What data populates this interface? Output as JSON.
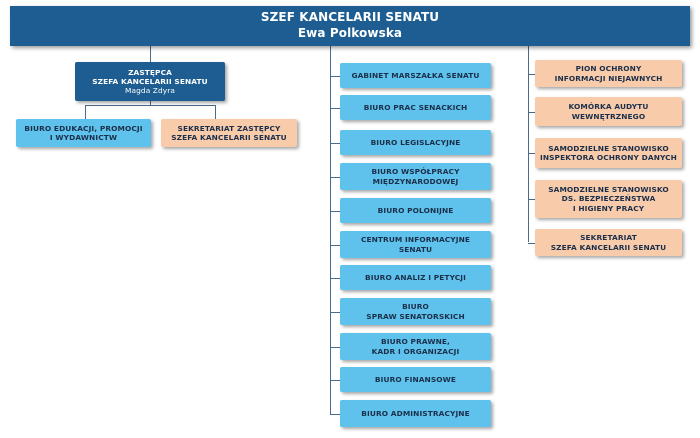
{
  "colors": {
    "dark_blue": "#1d5d92",
    "light_blue": "#5ec2ec",
    "peach": "#f8ccab",
    "line": "#4a6a88"
  },
  "head": {
    "title": "SZEF KANCELARII SENATU",
    "name": "Ewa Polkowska"
  },
  "deputy": {
    "title_1": "ZASTĘPCA",
    "title_2": "SZEFA KANCELARII SENATU",
    "name": "Magda Zdyra",
    "units": [
      {
        "lines": [
          "BIURO EDUKACJI, PROMOCJI",
          "I WYDAWNICTW"
        ]
      },
      {
        "lines": [
          "SEKRETARIAT ZASTĘPCY",
          "SZEFA KANCELARII SENATU"
        ]
      }
    ]
  },
  "center_units": [
    {
      "lines": [
        "GABINET MARSZAŁKA SENATU"
      ]
    },
    {
      "lines": [
        "BIURO PRAC SENACKICH"
      ]
    },
    {
      "lines": [
        "BIURO LEGISLACYJNE"
      ]
    },
    {
      "lines": [
        "BIURO WSPÓŁPRACY",
        "MIĘDZYNARODOWEJ"
      ]
    },
    {
      "lines": [
        "BIURO POLONIJNE"
      ]
    },
    {
      "lines": [
        "CENTRUM INFORMACYJNE",
        "SENATU"
      ]
    },
    {
      "lines": [
        "BIURO ANALIZ I PETYCJI"
      ]
    },
    {
      "lines": [
        "BIURO",
        "SPRAW SENATORSKICH"
      ]
    },
    {
      "lines": [
        "BIURO PRAWNE,",
        "KADR I ORGANIZACJI"
      ]
    },
    {
      "lines": [
        "BIURO FINANSOWE"
      ]
    },
    {
      "lines": [
        "BIURO ADMINISTRACYJNE"
      ]
    }
  ],
  "right_units": [
    {
      "lines": [
        "PION OCHRONY",
        "INFORMACJI NIEJAWNYCH"
      ]
    },
    {
      "lines": [
        "KOMÓRKA AUDYTU",
        "WEWNĘTRZNEGO"
      ]
    },
    {
      "lines": [
        "SAMODZIELNE STANOWISKO",
        "INSPEKTORA OCHRONY DANYCH"
      ]
    },
    {
      "lines": [
        "SAMODZIELNE STANOWISKO",
        "DS. BEZPIECZEŃSTWA",
        "I HIGIENY PRACY"
      ]
    },
    {
      "lines": [
        "SEKRETARIAT",
        "SZEFA KANCELARII SENATU"
      ]
    }
  ]
}
